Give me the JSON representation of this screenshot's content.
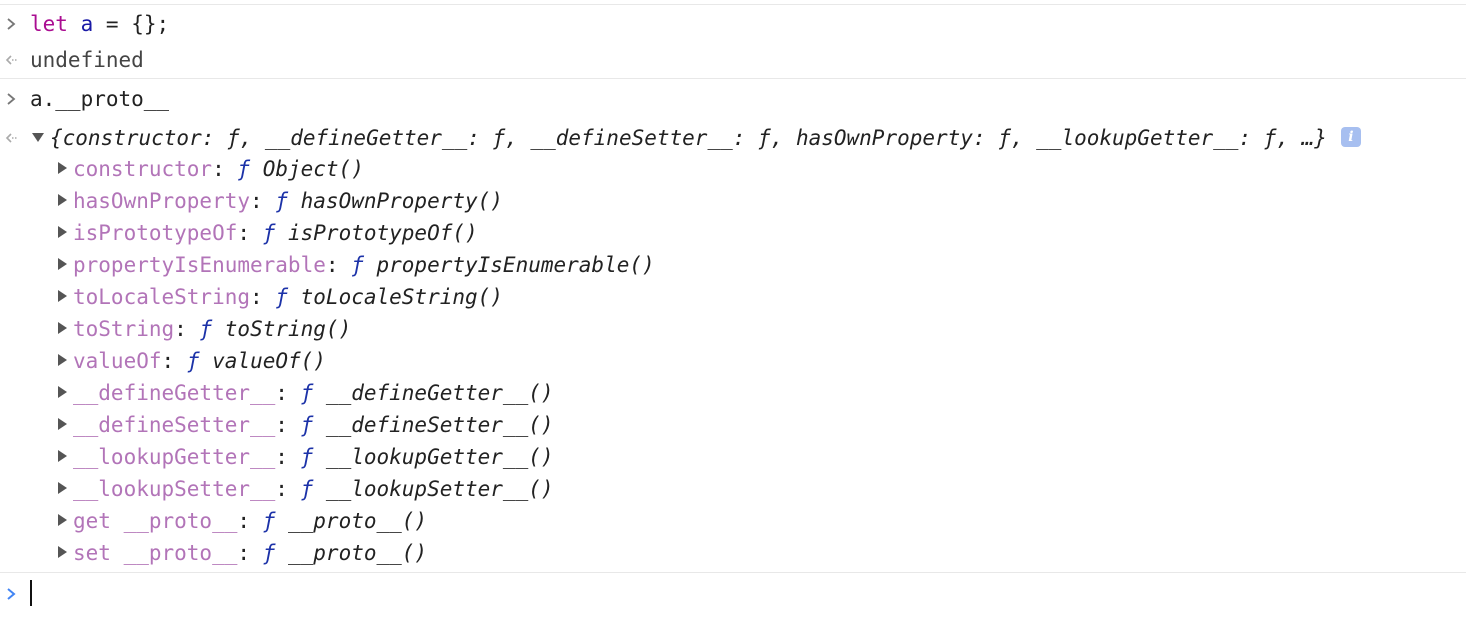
{
  "input1": {
    "kw": "let",
    "var": "a",
    "op": " = ",
    "rest": "{};"
  },
  "result1": {
    "text": "undefined"
  },
  "input2": {
    "text": "a.__proto__"
  },
  "result2": {
    "preview": "{constructor: ƒ, __defineGetter__: ƒ, __defineSetter__: ƒ, hasOwnProperty: ƒ, __lookupGetter__: ƒ, …}",
    "info_glyph": "i",
    "properties": [
      {
        "name": "constructor",
        "fn": "Object()"
      },
      {
        "name": "hasOwnProperty",
        "fn": "hasOwnProperty()"
      },
      {
        "name": "isPrototypeOf",
        "fn": "isPrototypeOf()"
      },
      {
        "name": "propertyIsEnumerable",
        "fn": "propertyIsEnumerable()"
      },
      {
        "name": "toLocaleString",
        "fn": "toLocaleString()"
      },
      {
        "name": "toString",
        "fn": "toString()"
      },
      {
        "name": "valueOf",
        "fn": "valueOf()"
      },
      {
        "name": "__defineGetter__",
        "fn": "__defineGetter__()"
      },
      {
        "name": "__defineSetter__",
        "fn": "__defineSetter__()"
      },
      {
        "name": "__lookupGetter__",
        "fn": "__lookupGetter__()"
      },
      {
        "name": "__lookupSetter__",
        "fn": "__lookupSetter__()"
      },
      {
        "name": "get __proto__",
        "fn": "__proto__()"
      },
      {
        "name": "set __proto__",
        "fn": "__proto__()"
      }
    ],
    "f_symbol": "ƒ",
    "colon": ":"
  },
  "colors": {
    "keyword": "#aa0d91",
    "prop_name": "#b274b8",
    "f_symbol": "#1c32a8",
    "prompt_active": "#4285f4",
    "info_badge": "#a7bff0"
  },
  "icons": {
    "input_prompt": "chevron-right-icon",
    "result_marker": "result-arrow-icon",
    "expand": "triangle-right-icon",
    "collapse": "triangle-down-icon",
    "info": "info-icon"
  }
}
